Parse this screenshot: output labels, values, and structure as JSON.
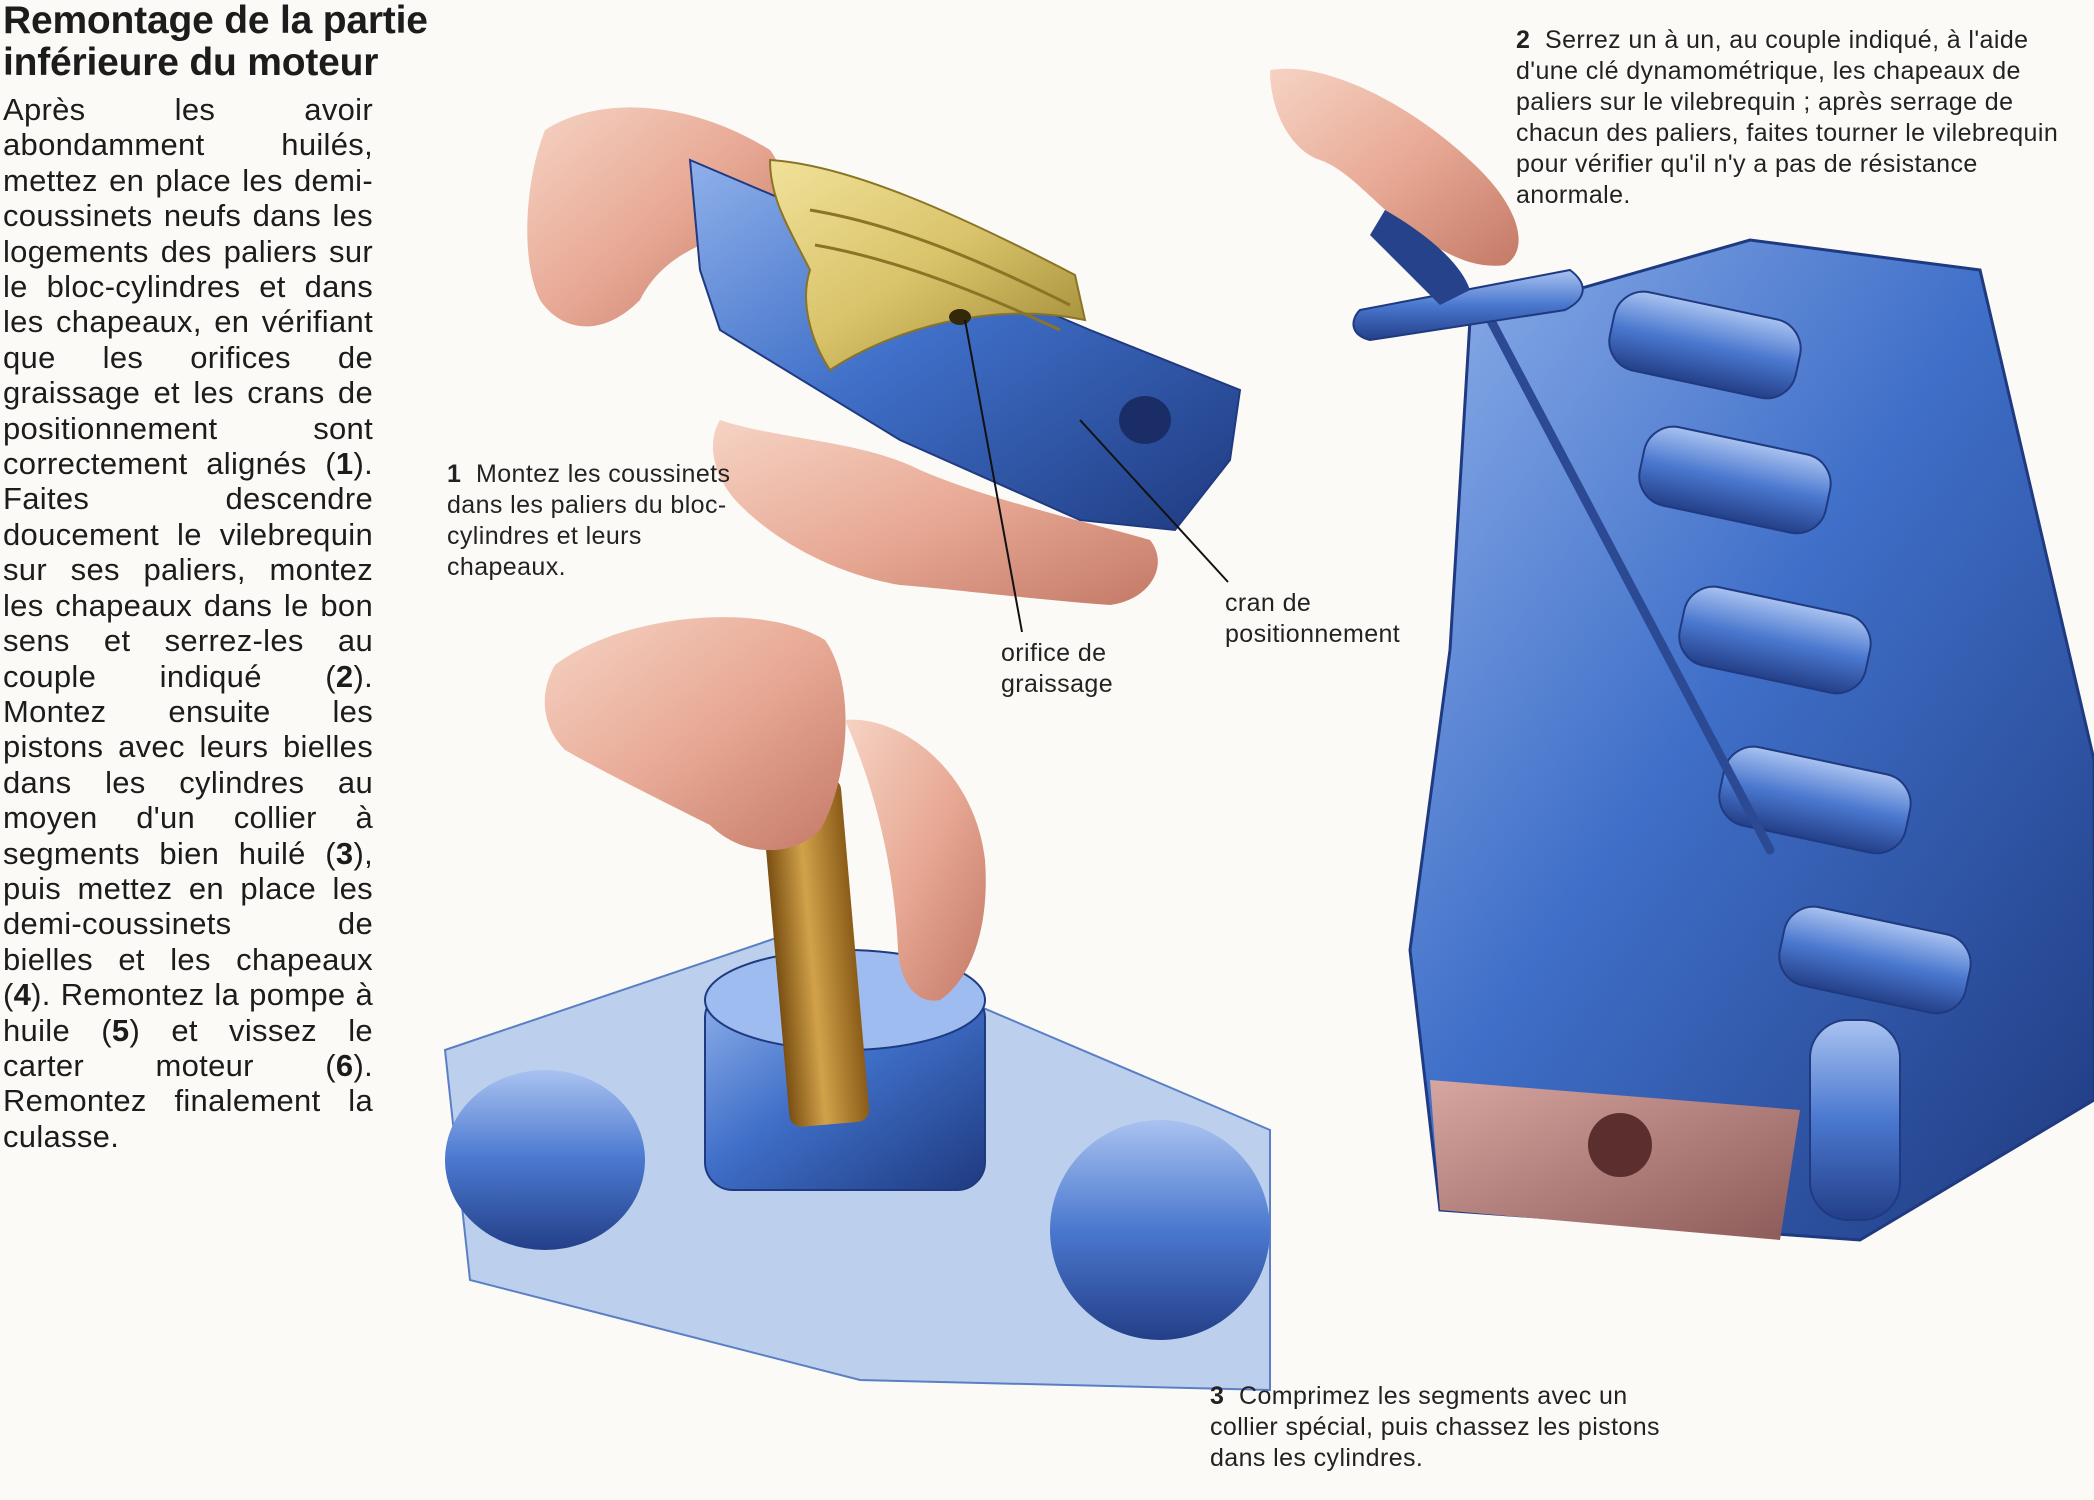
{
  "title": {
    "line1": "Remontage de la partie",
    "line2": "inférieure du moteur"
  },
  "body": {
    "p1": "Après les avoir abondamment huilés, mettez en place les demi-coussinets neufs dans les logements des paliers sur le bloc-cylindres et dans les chapeaux, en vérifiant que les orifices de graissage et les crans de positionnement sont correctement alignés (",
    "r1": "1",
    "p2": "). Faites descendre doucement le vilebrequin sur ses paliers, montez les chapeaux dans le bon sens et serrez-les au couple indiqué (",
    "r2": "2",
    "p3": "). Montez ensuite les pistons avec leurs bielles dans les cylindres au moyen d'un collier à segments bien huilé (",
    "r3": "3",
    "p4": "), puis mettez en place les demi-coussinets de bielles et les chapeaux (",
    "r4": "4",
    "p5": "). Remontez la pompe à huile (",
    "r5": "5",
    "p6": ") et vissez le carter moteur (",
    "r6": "6",
    "p7": "). Remontez finalement la culasse."
  },
  "captions": {
    "c1": {
      "num": "1",
      "text": "Montez les coussinets dans les paliers du bloc-cylindres et leurs chapeaux."
    },
    "c2": {
      "num": "2",
      "text": "Serrez un à un, au couple indiqué, à l'aide d'une clé dynamométrique, les chapeaux de paliers sur le vilebrequin ; après serrage de chacun des paliers, faites tourner le vilebrequin pour vérifier qu'il n'y a pas de résistance anormale."
    },
    "c3": {
      "num": "3",
      "text": "Comprimez les segments avec un collier spécial, puis chassez les pistons dans les cylindres."
    }
  },
  "labels": {
    "orifice": {
      "line1": "orifice de",
      "line2": "graissage"
    },
    "cran": {
      "line1": "cran de",
      "line2": "positionnement"
    }
  },
  "colors": {
    "background": "#fbfaf7",
    "text": "#1c1c1c",
    "metal_blue": "#3f6fc8",
    "metal_blue_dark": "#233f86",
    "bearing_gold": "#d9c36a",
    "skin": "#e8aa96",
    "handle_wood": "#b07a2a"
  }
}
